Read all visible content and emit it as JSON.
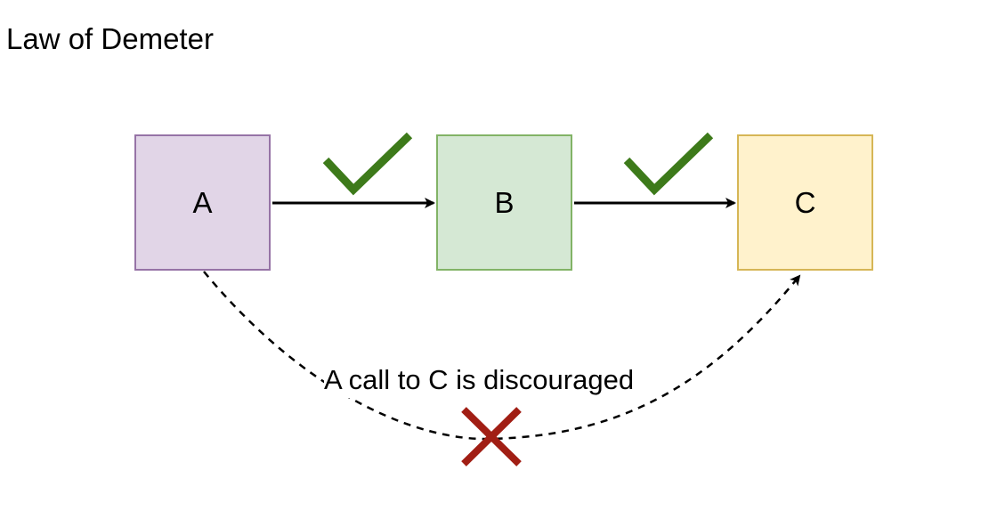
{
  "title": "Law of Demeter",
  "nodes": [
    {
      "id": "a",
      "label": "A",
      "fill": "#e1d5e7",
      "stroke": "#9673a6"
    },
    {
      "id": "b",
      "label": "B",
      "fill": "#d5e8d4",
      "stroke": "#82b366"
    },
    {
      "id": "c",
      "label": "C",
      "fill": "#fff2cc",
      "stroke": "#d6b656"
    }
  ],
  "edges": [
    {
      "from": "A",
      "to": "B",
      "style": "solid",
      "mark": "check-icon"
    },
    {
      "from": "B",
      "to": "C",
      "style": "solid",
      "mark": "check-icon"
    },
    {
      "from": "A",
      "to": "C",
      "style": "dashed",
      "mark": "cross-icon",
      "label": "A call to C is discouraged"
    }
  ],
  "colors": {
    "check": "#3d7a1a",
    "cross": "#a11e14",
    "arrow": "#000000"
  }
}
